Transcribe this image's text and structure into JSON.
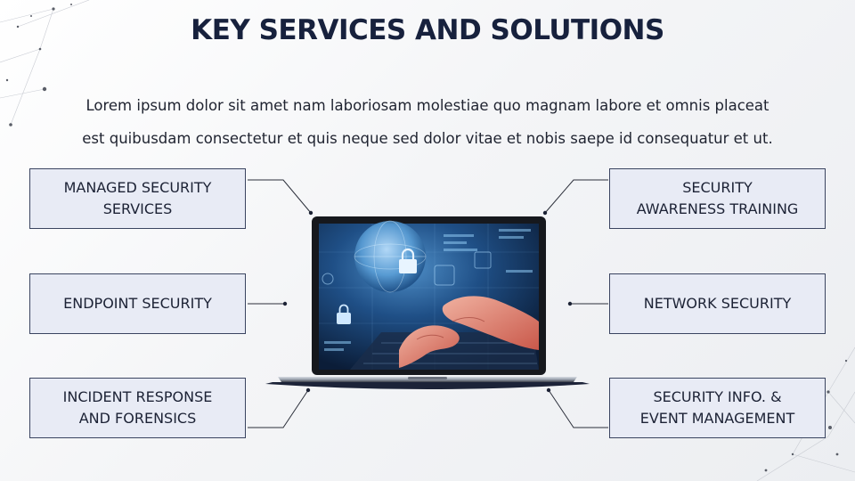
{
  "slide": {
    "title": "KEY SERVICES AND SOLUTIONS",
    "intro_line_1": "Lorem ipsum dolor sit amet nam laboriosam molestiae quo magnam labore et omnis placeat",
    "intro_line_2": "est quibusdam consectetur et quis neque sed dolor vitae et nobis saepe id consequatur et ut."
  },
  "services": {
    "left": [
      "MANAGED SECURITY\nSERVICES",
      "ENDPOINT SECURITY",
      "INCIDENT RESPONSE\nAND FORENSICS"
    ],
    "right": [
      "SECURITY\nAWARENESS TRAINING",
      "NETWORK SECURITY",
      "SECURITY INFO. &\nEVENT MANAGEMENT"
    ]
  },
  "image": {
    "name": "laptop-cybersecurity-image"
  },
  "colors": {
    "title": "#17213d",
    "box_fill": "#e8ebf5",
    "box_border": "#3a4460",
    "connector": "#2b2f3a"
  }
}
